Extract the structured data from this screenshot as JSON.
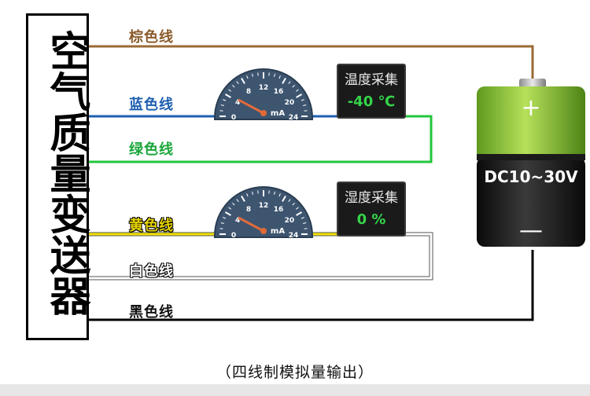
{
  "device": {
    "title": "空气质量变送器"
  },
  "wires": {
    "brown": "棕色线",
    "blue": "蓝色线",
    "green": "绿色线",
    "yellow": "黄色线",
    "white": "白色线",
    "black": "黑色线"
  },
  "gauges": [
    {
      "ticks": [
        "0",
        "4",
        "8",
        "12",
        "16",
        "20",
        "24"
      ],
      "unit": "mA"
    },
    {
      "ticks": [
        "0",
        "4",
        "8",
        "12",
        "16",
        "20",
        "24"
      ],
      "unit": "mA"
    }
  ],
  "displays": [
    {
      "title": "温度采集",
      "value": "-40 ℃"
    },
    {
      "title": "湿度采集",
      "value": "0 %"
    }
  ],
  "battery": {
    "label": "DC10~30V",
    "plus": "+",
    "minus": "—"
  },
  "caption": "（四线制模拟量输出）",
  "colors": {
    "brown": "#9a6a35",
    "blue": "#1f5fb0",
    "green": "#22c63a",
    "yellow": "#f3e300",
    "black": "#000000",
    "gauge_face": "#3e5570",
    "battery_top": "#8fcf3a"
  }
}
